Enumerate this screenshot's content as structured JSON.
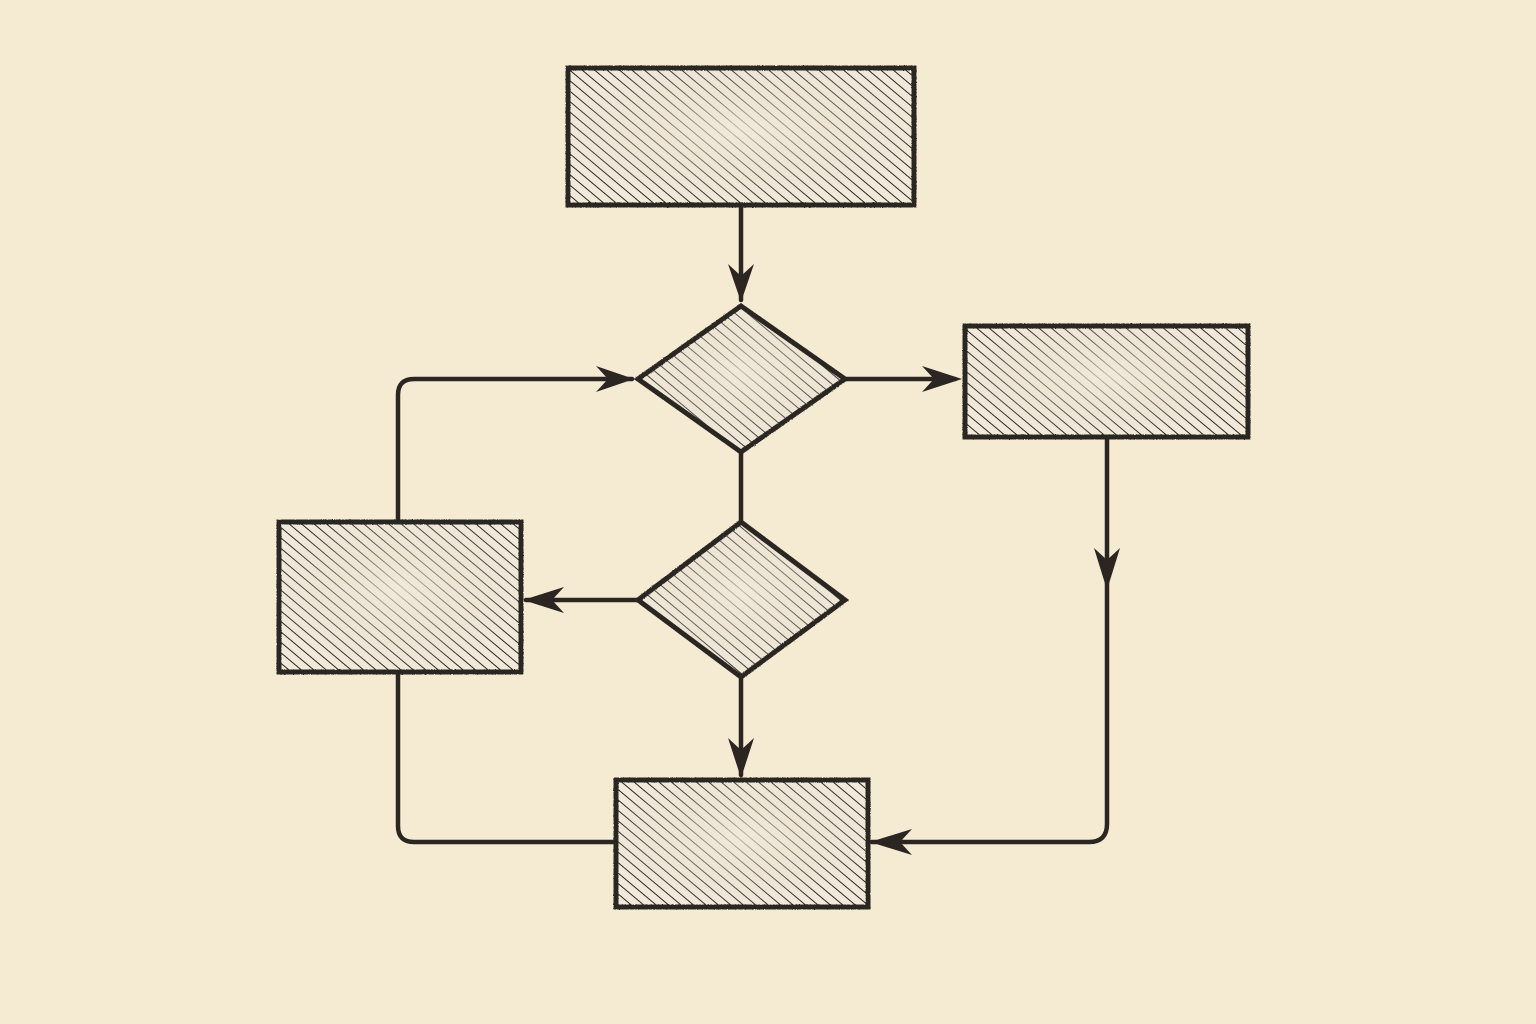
{
  "diagram": {
    "style": "hand-drawn-hatched-flowchart",
    "colors": {
      "background": "#f5ead2",
      "ink": "#2b2622",
      "shape_fill": "#ded3bf",
      "highlight": "#f1e9da"
    },
    "nodes": [
      {
        "id": "start",
        "shape": "rectangle",
        "label": ""
      },
      {
        "id": "decision-1",
        "shape": "diamond",
        "label": ""
      },
      {
        "id": "process-right",
        "shape": "rectangle",
        "label": ""
      },
      {
        "id": "decision-2",
        "shape": "diamond",
        "label": ""
      },
      {
        "id": "process-left",
        "shape": "rectangle",
        "label": ""
      },
      {
        "id": "end",
        "shape": "rectangle",
        "label": ""
      }
    ],
    "edges": [
      {
        "from": "start",
        "to": "decision-1",
        "arrow": true
      },
      {
        "from": "decision-1",
        "to": "process-right",
        "arrow": true
      },
      {
        "from": "decision-1",
        "to": "decision-2",
        "arrow": false
      },
      {
        "from": "decision-2",
        "to": "process-left",
        "arrow": true
      },
      {
        "from": "decision-2",
        "to": "end",
        "arrow": true
      },
      {
        "from": "process-left",
        "to": "decision-1",
        "arrow": true
      },
      {
        "from": "process-left",
        "to": "end",
        "arrow": false
      },
      {
        "from": "process-right",
        "to": "end",
        "arrow": true
      }
    ]
  }
}
